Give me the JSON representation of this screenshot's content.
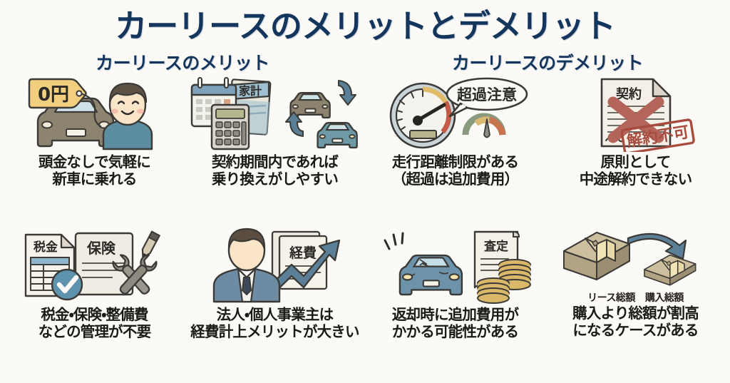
{
  "header": {
    "title": "カーリースのメリットとデメリット",
    "left_subtitle": "カーリースのメリット",
    "right_subtitle": "カーリースのデメリット",
    "title_color": "#15365c",
    "background_color": "#fbfaf7",
    "caption_color": "#1c1a17"
  },
  "merits": [
    {
      "id": "no-down-payment",
      "caption": "頭金なしで気軽に\n新車に乗れる",
      "icon": "price-tag-car-person-icon",
      "art_labels": {
        "tag": "0円"
      }
    },
    {
      "id": "easy-switch",
      "caption": "契約期間内であれば\n乗り換えがしやすい",
      "icon": "calendar-calculator-car-swap-icon",
      "art_labels": {
        "book": "家計"
      }
    },
    {
      "id": "no-tax-management",
      "caption": "税金・保険・整備費\nなどの管理が不要",
      "icon": "tax-insurance-documents-tools-icon",
      "art_labels": {
        "doc1": "税金",
        "doc2": "保険"
      }
    },
    {
      "id": "business-expense",
      "caption": "法人・個人事業主は\n経費計上メリットが大きい",
      "icon": "businessman-expense-chart-icon",
      "art_labels": {
        "papers": "経費"
      }
    }
  ],
  "demerits": [
    {
      "id": "mileage-limit",
      "caption": "走行距離制限がある\n（超過は追加費用）",
      "icon": "speedometer-warning-icon",
      "art_labels": {
        "bubble": "超過注意"
      }
    },
    {
      "id": "no-early-cancel",
      "caption": "原則として\n中途解約できない",
      "icon": "contract-cancelled-stamp-icon",
      "art_labels": {
        "doc": "契約",
        "stamp": "解約不可"
      }
    },
    {
      "id": "return-fees",
      "caption": "返却時に追加費用が\nかかる可能性がある",
      "icon": "damaged-car-invoice-coins-icon",
      "art_labels": {
        "invoice": "査定"
      }
    },
    {
      "id": "total-cost-higher",
      "caption": "購入より総額が割高\nになるケースがある",
      "icon": "money-stacks-comparison-icon",
      "art_labels": {
        "left": "リース総額",
        "right": "購入総額"
      }
    }
  ],
  "palette": {
    "navy": "#15365c",
    "steel_blue": "#5b7f96",
    "car_blue": "#6e9ab0",
    "car_brown": "#8d8470",
    "tag_yellow": "#f1cf7f",
    "paper": "#f2f0e9",
    "money_tan": "#b9ac8c",
    "stamp_red": "#a74c3e",
    "x_red": "#b4655a",
    "coin_gold": "#d9b86a"
  }
}
